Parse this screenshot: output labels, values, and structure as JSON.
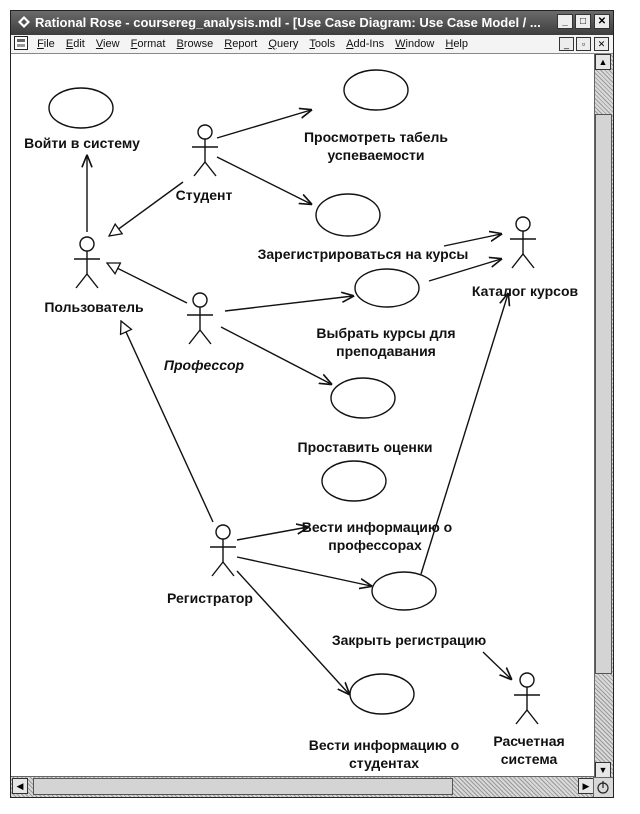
{
  "window": {
    "title": "Rational Rose - coursereg_analysis.mdl - [Use Case Diagram: Use Case Model / ..."
  },
  "menu": [
    "File",
    "Edit",
    "View",
    "Format",
    "Browse",
    "Report",
    "Query",
    "Tools",
    "Add-Ins",
    "Window",
    "Help"
  ],
  "diagram": {
    "actors": {
      "student": "Студент",
      "user": "Пользователь",
      "professor": "Профессор",
      "registrar": "Регистратор",
      "catalog": "Каталог курсов",
      "billing_1": "Расчетная",
      "billing_2": "система"
    },
    "use_cases": {
      "login": "Войти в систему",
      "view_grades_1": "Просмотреть табель",
      "view_grades_2": "успеваемости",
      "register": "Зарегистрироваться на курсы",
      "select_courses_1": "Выбрать курсы для",
      "select_courses_2": "преподавания",
      "set_grades": "Проставить оценки",
      "maintain_prof_1": "Вести информацию о",
      "maintain_prof_2": "профессорах",
      "close_reg": "Закрыть регистрацию",
      "maintain_stud_1": "Вести информацию о",
      "maintain_stud_2": "студентах"
    }
  },
  "icons": {
    "app": "rose-icon",
    "doc": "diagram-icon",
    "minimize": "minimize-icon",
    "maximize": "maximize-icon",
    "close": "close-icon"
  }
}
